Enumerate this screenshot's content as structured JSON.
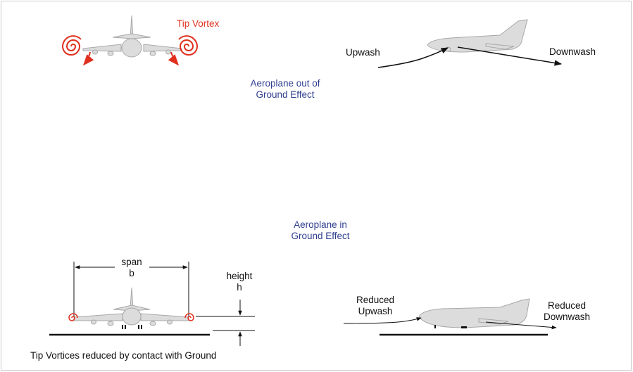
{
  "top": {
    "tip_vortex_label": "Tip Vortex",
    "upwash_label": "Upwash",
    "downwash_label": "Downwash",
    "caption_line1": "Aeroplane out of",
    "caption_line2": "Ground Effect"
  },
  "bottom": {
    "caption_line1": "Aeroplane in",
    "caption_line2": "Ground Effect",
    "span_label": "span",
    "span_symbol": "b",
    "height_label": "height",
    "height_symbol": "h",
    "reduced_upwash_line1": "Reduced",
    "reduced_upwash_line2": "Upwash",
    "reduced_downwash_line1": "Reduced",
    "reduced_downwash_line2": "Downwash",
    "vortices_caption": "Tip Vortices reduced by contact with Ground"
  },
  "colors": {
    "aircraft_fill": "#dcdcdc",
    "aircraft_stroke": "#a8a8a8",
    "vortex": "#e0301e",
    "caption_blue": "#2e3d8f",
    "line": "#111111"
  }
}
